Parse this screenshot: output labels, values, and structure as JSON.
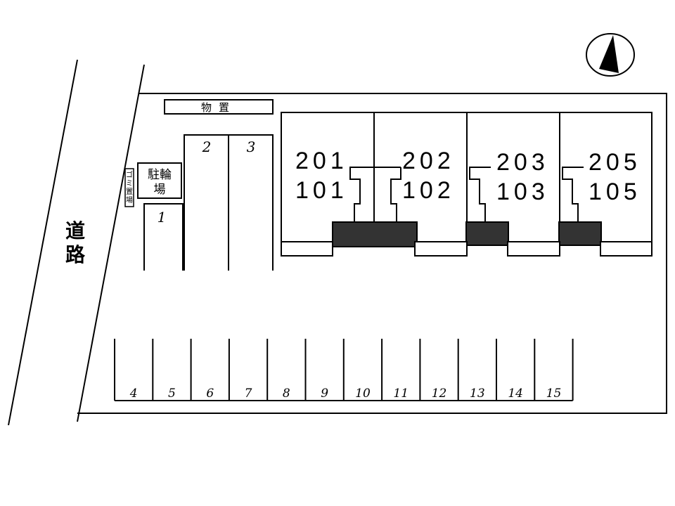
{
  "labels": {
    "road": "道路",
    "storage": "物置",
    "bike_parking": "駐輪場",
    "garbage": "ゴミ置場"
  },
  "north_symbol": "north-arrow-icon",
  "units": [
    {
      "upper": "201",
      "lower": "101"
    },
    {
      "upper": "202",
      "lower": "102"
    },
    {
      "upper": "203",
      "lower": "103"
    },
    {
      "upper": "205",
      "lower": "105"
    }
  ],
  "parking_top": [
    "1",
    "2",
    "3"
  ],
  "parking_bottom": [
    "4",
    "5",
    "6",
    "7",
    "8",
    "9",
    "10",
    "11",
    "12",
    "13",
    "14",
    "15"
  ],
  "colors": {
    "line": "#000000",
    "entrance_fill": "#333333"
  }
}
